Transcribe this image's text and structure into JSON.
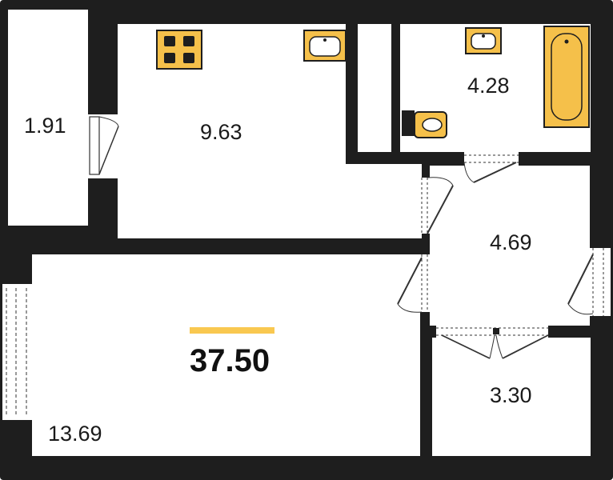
{
  "colors": {
    "wall": "#1e1e1e",
    "floor": "#ffffff",
    "fixture_fill": "#f5c04a",
    "fixture_stroke": "#1e1e1e",
    "accent_bar": "#f9c850",
    "door_line": "#333333"
  },
  "rooms": {
    "balcony": {
      "area": "1.91"
    },
    "kitchen": {
      "area": "9.63"
    },
    "bathroom": {
      "area": "4.28"
    },
    "hallway": {
      "area": "4.69"
    },
    "storage": {
      "area": "3.30"
    },
    "living": {
      "area": "13.69"
    }
  },
  "total_area": "37.50",
  "fixtures": [
    "stove-icon",
    "kitchen-sink-icon",
    "bathroom-sink-icon",
    "bathtub-icon",
    "toilet-icon"
  ]
}
